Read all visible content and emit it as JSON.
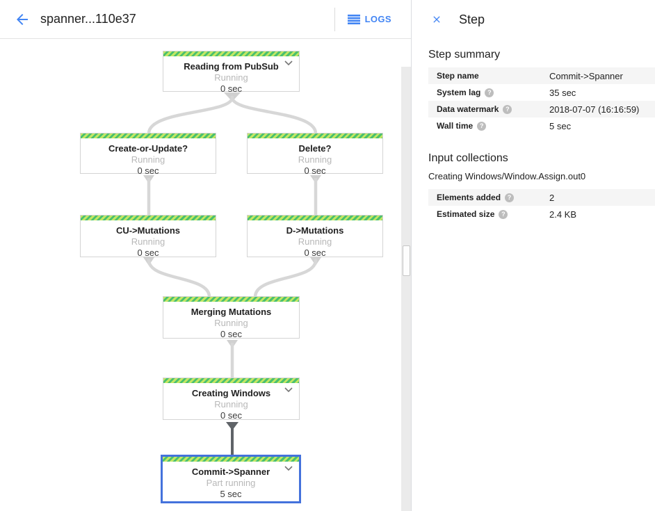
{
  "header": {
    "title": "spanner...110e37",
    "logs_label": "LOGS"
  },
  "side_panel": {
    "title": "Step",
    "step_summary": {
      "heading": "Step summary",
      "rows": [
        {
          "label": "Step name",
          "value": "Commit->Spanner"
        },
        {
          "label": "System lag",
          "value": "35 sec"
        },
        {
          "label": "Data watermark",
          "value": "2018-07-07 (16:16:59)"
        },
        {
          "label": "Wall time",
          "value": "5 sec"
        }
      ]
    },
    "input_collections": {
      "heading": "Input collections",
      "collection_name": "Creating Windows/Window.Assign.out0",
      "rows": [
        {
          "label": "Elements added",
          "value": "2"
        },
        {
          "label": "Estimated size",
          "value": "2.4 KB"
        }
      ]
    }
  },
  "graph": {
    "nodes": [
      {
        "title": "Reading from PubSub",
        "status": "Running",
        "time": "0 sec",
        "expandable": true,
        "selected": false
      },
      {
        "title": "Create-or-Update?",
        "status": "Running",
        "time": "0 sec",
        "expandable": false,
        "selected": false
      },
      {
        "title": "Delete?",
        "status": "Running",
        "time": "0 sec",
        "expandable": false,
        "selected": false
      },
      {
        "title": "CU->Mutations",
        "status": "Running",
        "time": "0 sec",
        "expandable": false,
        "selected": false
      },
      {
        "title": "D->Mutations",
        "status": "Running",
        "time": "0 sec",
        "expandable": false,
        "selected": false
      },
      {
        "title": "Merging Mutations",
        "status": "Running",
        "time": "0 sec",
        "expandable": false,
        "selected": false
      },
      {
        "title": "Creating Windows",
        "status": "Running",
        "time": "0 sec",
        "expandable": true,
        "selected": false
      },
      {
        "title": "Commit->Spanner",
        "status": "Part running",
        "time": "5 sec",
        "expandable": true,
        "selected": true
      }
    ]
  },
  "icons": {
    "back": "arrow-back",
    "logs": "list",
    "close": "close",
    "chevron": "chevron-down",
    "help": "question-mark"
  },
  "colors": {
    "accent_blue": "#4285f4",
    "selected_border": "#4472dc",
    "stripe_light": "#c3e763",
    "stripe_green": "#4ac06f",
    "edge_light": "#d7d7d7",
    "edge_dark": "#5f6368",
    "status_gray": "#b8b8b8",
    "row_alt_bg": "#f5f5f5"
  }
}
